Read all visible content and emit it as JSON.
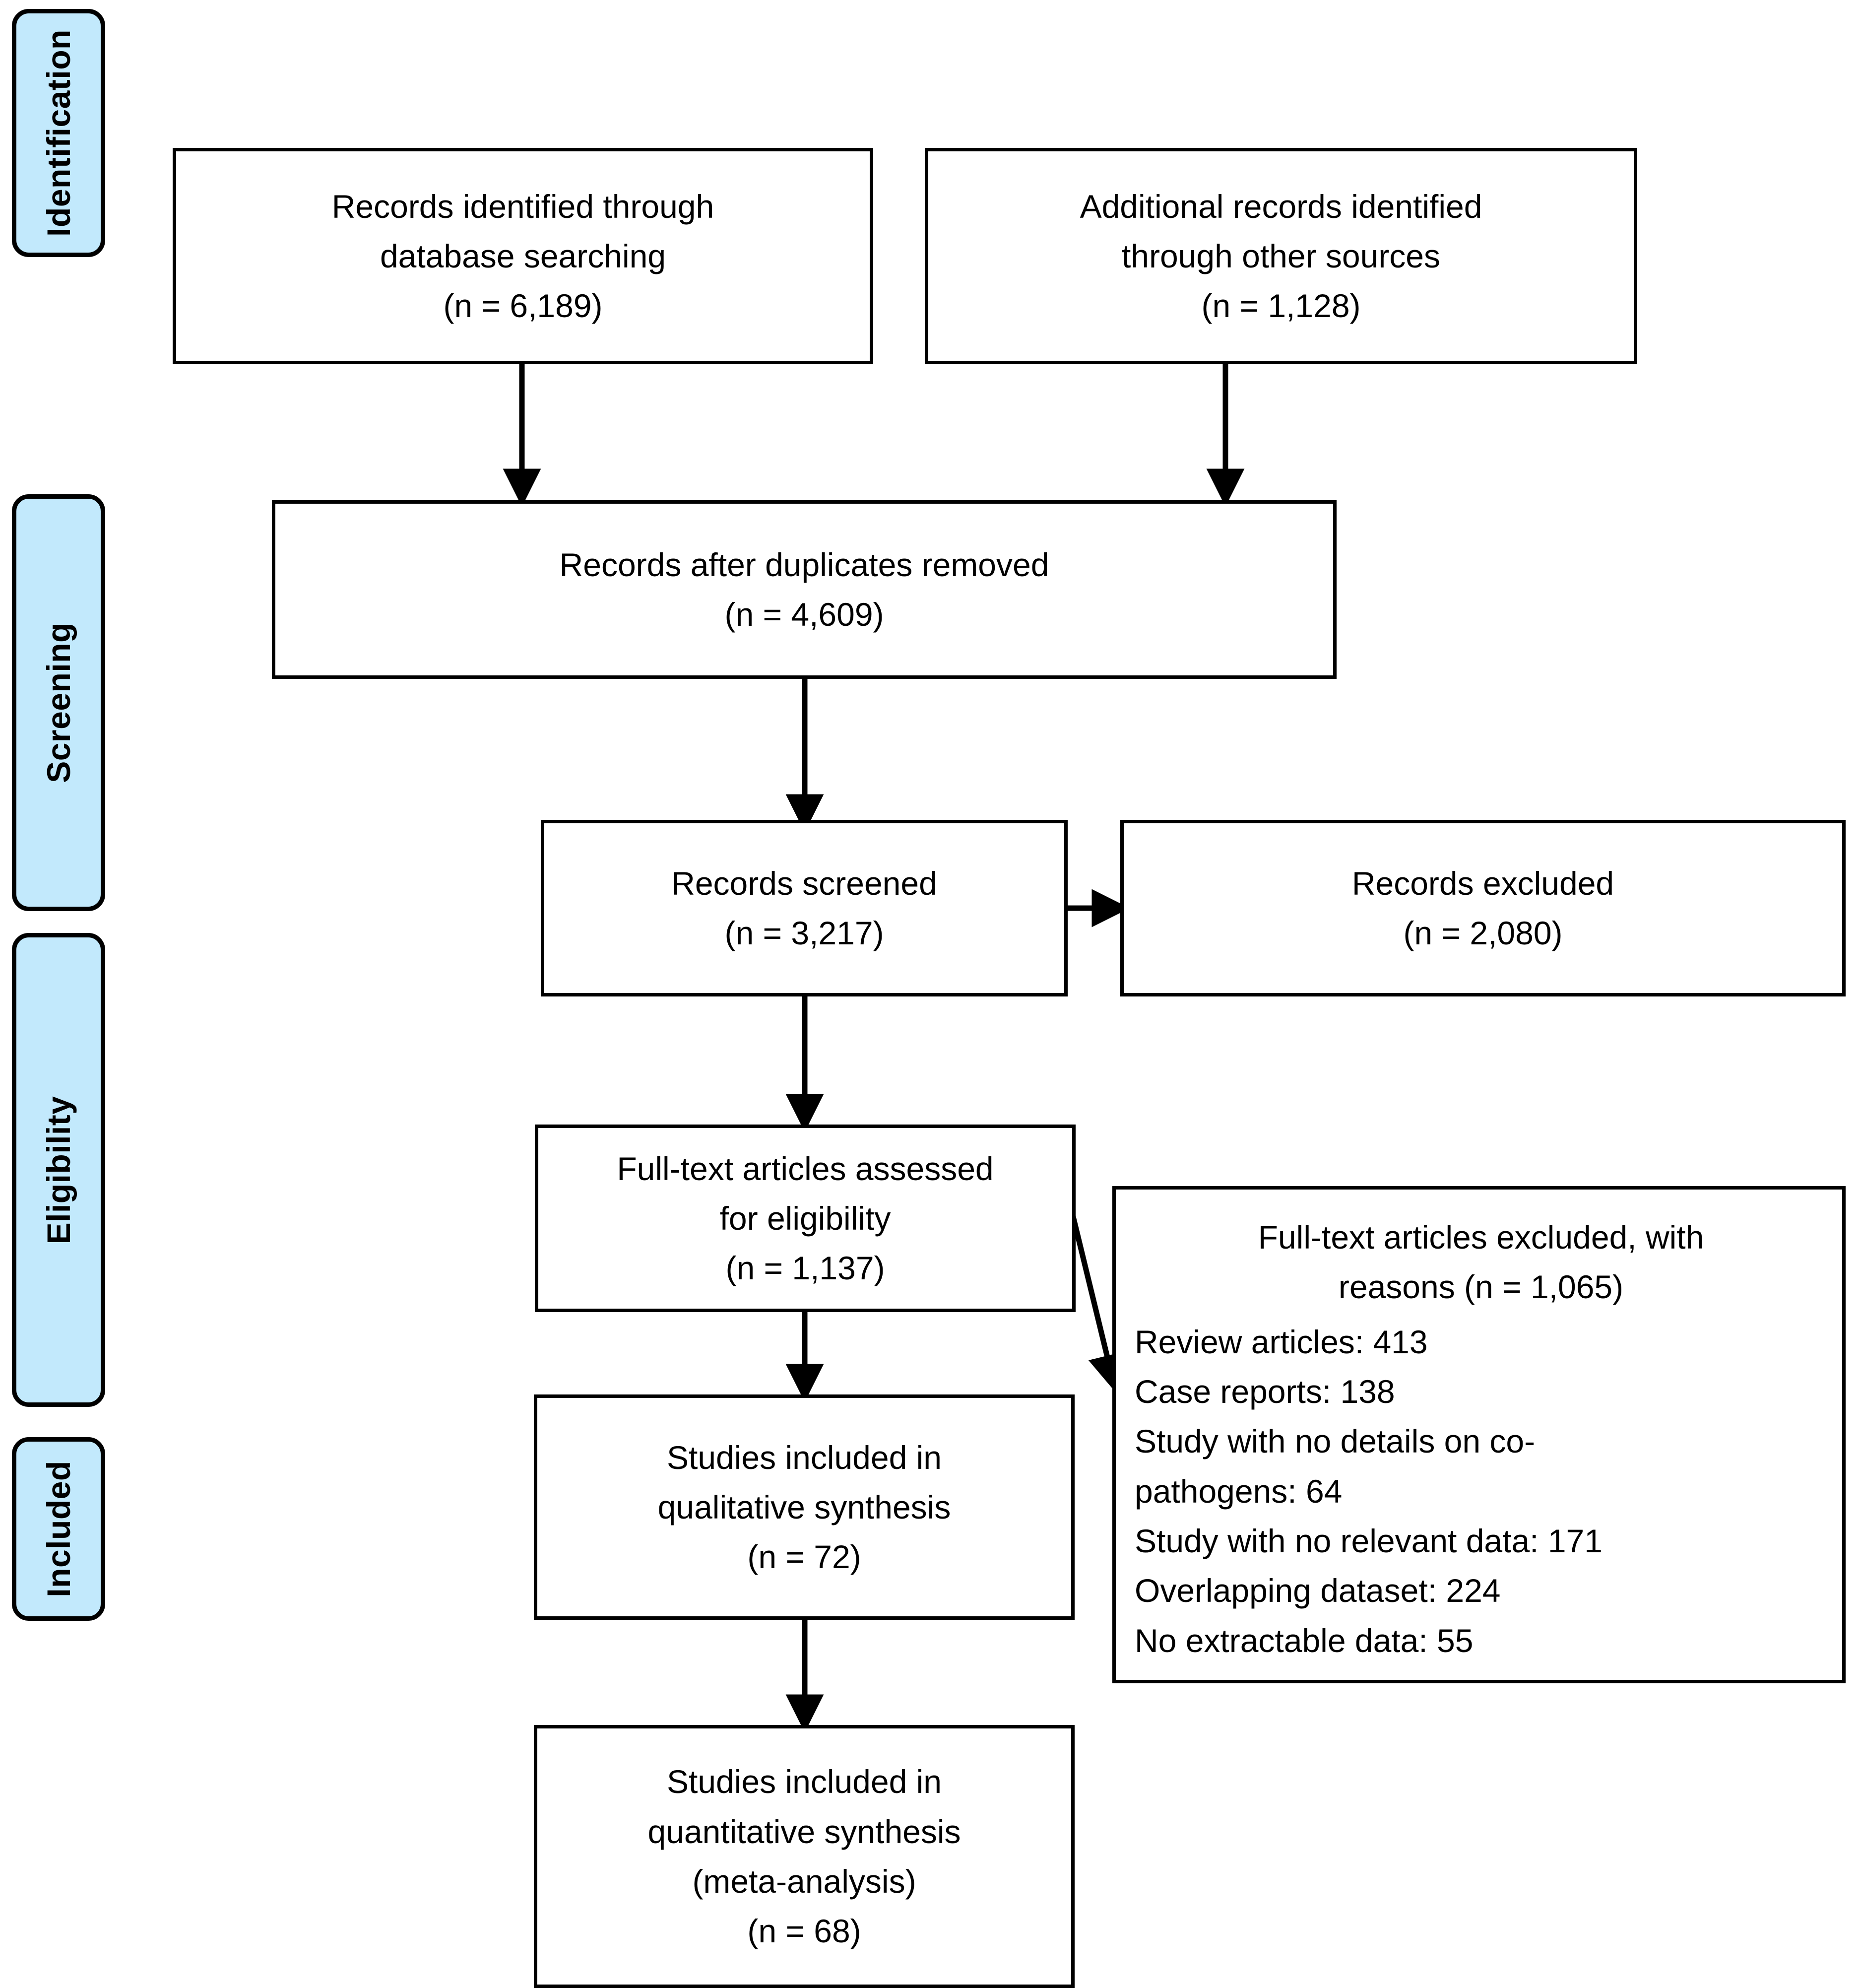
{
  "diagram": {
    "kind": "prisma-flow-diagram",
    "accent_color": "#c2e9fc",
    "line_color": "#000000",
    "background_color": "#ffffff"
  },
  "stages": [
    {
      "id": "identification",
      "label": "Identification"
    },
    {
      "id": "screening",
      "label": "Screening"
    },
    {
      "id": "eligibility",
      "label": "Eligibility"
    },
    {
      "id": "included",
      "label": "Included"
    }
  ],
  "boxes": {
    "records_db": "Records identified through\ndatabase searching\n(n = 6,189)",
    "records_other": "Additional records identified\nthrough other sources\n(n = 1,128)",
    "after_duplicates": "Records after duplicates removed\n(n = 4,609)",
    "records_screened": "Records screened\n(n = 3,217)",
    "records_excluded": "Records excluded\n(n = 2,080)",
    "fulltext_assessed": "Full-text articles assessed\nfor eligibility\n(n = 1,137)",
    "qualitative": "Studies included in\nqualitative synthesis\n(n = 72)",
    "quantitative": "Studies included in\nquantitative synthesis\n(meta-analysis)\n(n = 68)"
  },
  "exclusions": {
    "title": "Full-text articles excluded, with\nreasons (n = 1,065)",
    "reasons": [
      "Review articles: 413",
      "Case reports: 138",
      "Study with no details on co-\npathogens: 64",
      "Study with no relevant data: 171",
      "Overlapping dataset: 224",
      "No extractable data: 55"
    ]
  },
  "chart_data": {
    "type": "diagram",
    "title": "PRISMA flow diagram of study selection",
    "nodes": [
      {
        "id": "records_db",
        "stage": "Identification",
        "label": "Records identified through database searching",
        "n": 6189
      },
      {
        "id": "records_other",
        "stage": "Identification",
        "label": "Additional records identified through other sources",
        "n": 1128
      },
      {
        "id": "after_duplicates",
        "stage": "Screening",
        "label": "Records after duplicates removed",
        "n": 4609
      },
      {
        "id": "records_screened",
        "stage": "Screening",
        "label": "Records screened",
        "n": 3217
      },
      {
        "id": "records_excluded",
        "stage": "Screening",
        "label": "Records excluded",
        "n": 2080
      },
      {
        "id": "fulltext_assessed",
        "stage": "Eligibility",
        "label": "Full-text articles assessed for eligibility",
        "n": 1137
      },
      {
        "id": "fulltext_excluded",
        "stage": "Eligibility",
        "label": "Full-text articles excluded, with reasons",
        "n": 1065
      },
      {
        "id": "qualitative",
        "stage": "Included",
        "label": "Studies included in qualitative synthesis",
        "n": 72
      },
      {
        "id": "quantitative",
        "stage": "Included",
        "label": "Studies included in quantitative synthesis (meta-analysis)",
        "n": 68
      }
    ],
    "exclusion_reasons": [
      {
        "reason": "Review articles",
        "n": 413
      },
      {
        "reason": "Case reports",
        "n": 138
      },
      {
        "reason": "Study with no details on co-pathogens",
        "n": 64
      },
      {
        "reason": "Study with no relevant data",
        "n": 171
      },
      {
        "reason": "Overlapping dataset",
        "n": 224
      },
      {
        "reason": "No extractable data",
        "n": 55
      }
    ],
    "edges": [
      {
        "from": "records_db",
        "to": "after_duplicates"
      },
      {
        "from": "records_other",
        "to": "after_duplicates"
      },
      {
        "from": "after_duplicates",
        "to": "records_screened"
      },
      {
        "from": "records_screened",
        "to": "records_excluded"
      },
      {
        "from": "records_screened",
        "to": "fulltext_assessed"
      },
      {
        "from": "fulltext_assessed",
        "to": "fulltext_excluded"
      },
      {
        "from": "fulltext_assessed",
        "to": "qualitative"
      },
      {
        "from": "qualitative",
        "to": "quantitative"
      }
    ]
  }
}
